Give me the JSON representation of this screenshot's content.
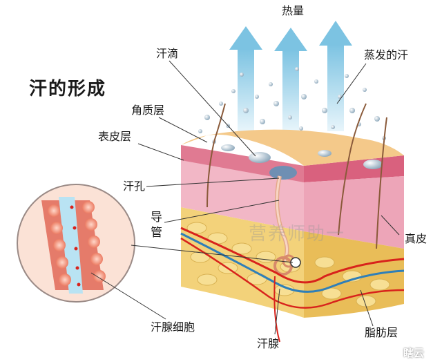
{
  "title": "汗的形成",
  "labels": {
    "heat": "热量",
    "sweat_drop": "汗滴",
    "evaporated_sweat": "蒸发的汗",
    "stratum_corneum": "角质层",
    "epidermis": "表皮层",
    "pore": "汗孔",
    "duct_1": "导",
    "duct_2": "管",
    "dermis": "真皮",
    "gland_cells": "汗腺细胞",
    "sweat_gland": "汗腺",
    "fat_layer": "脂肪层"
  },
  "watermark": "营养师助一",
  "corner_mark": "瞎云",
  "colors": {
    "arrow": "#8ccde6",
    "skin_top": "#f4c98a",
    "epidermis": "#e07a92",
    "dermis": "#f2b7c6",
    "fat": "#f3d27a",
    "artery": "#d8231c",
    "vein": "#2f7fb8",
    "sweat": "#9fb9cc"
  }
}
